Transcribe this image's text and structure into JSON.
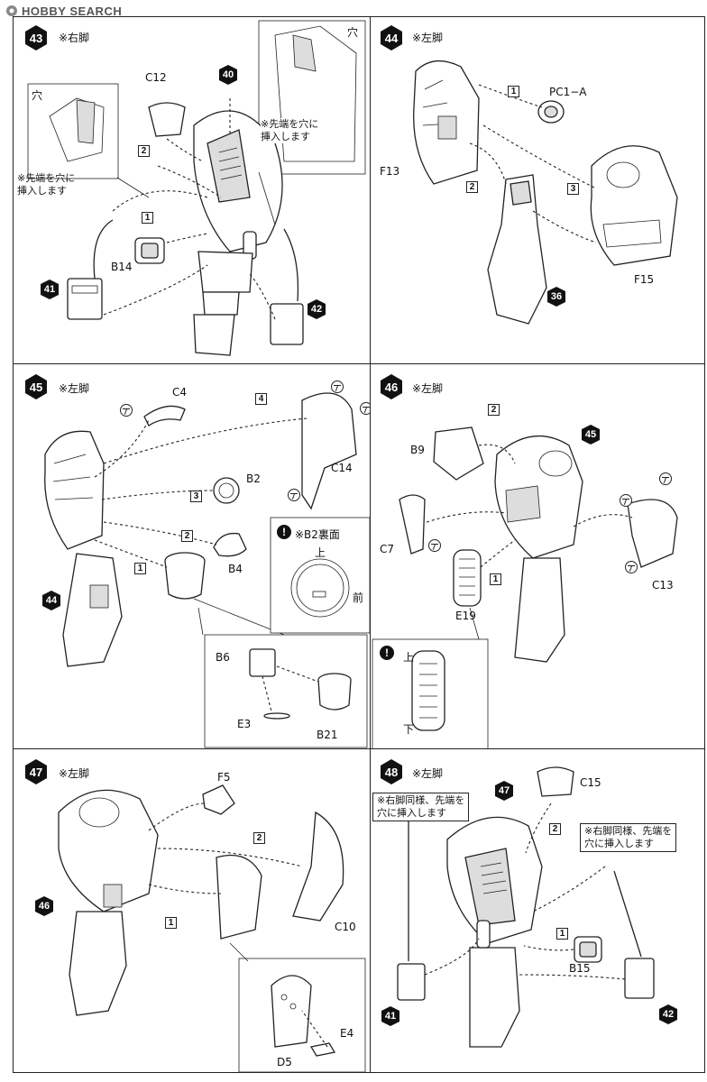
{
  "watermark": {
    "text": "HOBBY SEARCH"
  },
  "steps": [
    {
      "number": "43",
      "title": "※右脚",
      "labels": {
        "c12": "C12",
        "b14": "B14",
        "hole": "穴",
        "hole2": "穴"
      },
      "notes": [
        "※先端を穴に\n挿入します",
        "※先端を穴に\n挿入します"
      ],
      "substeps": [
        "1",
        "2"
      ],
      "part_refs": [
        "40",
        "41",
        "42"
      ]
    },
    {
      "number": "44",
      "title": "※左脚",
      "labels": {
        "pc1a": "PC1−A",
        "f13": "F13",
        "f15": "F15"
      },
      "substeps": [
        "1",
        "2",
        "3"
      ],
      "part_refs": [
        "36"
      ]
    },
    {
      "number": "45",
      "title": "※左脚",
      "labels": {
        "c4": "C4",
        "c14": "C14",
        "b2": "B2",
        "b4": "B4",
        "b6": "B6",
        "e3": "E3",
        "b21": "B21"
      },
      "substeps": [
        "1",
        "2",
        "3",
        "4"
      ],
      "part_refs": [
        "44"
      ],
      "callout": {
        "title": "※B2裏面",
        "up": "上",
        "front": "前"
      }
    },
    {
      "number": "46",
      "title": "※左脚",
      "labels": {
        "b9": "B9",
        "c7": "C7",
        "e19": "E19",
        "c13": "C13"
      },
      "substeps": [
        "1",
        "2"
      ],
      "part_refs": [
        "45"
      ],
      "callout": {
        "up": "上",
        "down": "下"
      }
    },
    {
      "number": "47",
      "title": "※左脚",
      "labels": {
        "f5": "F5",
        "c10": "C10",
        "e4": "E4",
        "d5": "D5"
      },
      "substeps": [
        "1",
        "2"
      ],
      "part_refs": [
        "46"
      ]
    },
    {
      "number": "48",
      "title": "※左脚",
      "labels": {
        "c15": "C15",
        "b15": "B15"
      },
      "notes": [
        "※右脚同様、先端を\n穴に挿入します",
        "※右脚同様、先端を\n穴に挿入します"
      ],
      "substeps": [
        "1",
        "2"
      ],
      "part_refs": [
        "47",
        "41",
        "42"
      ]
    }
  ]
}
